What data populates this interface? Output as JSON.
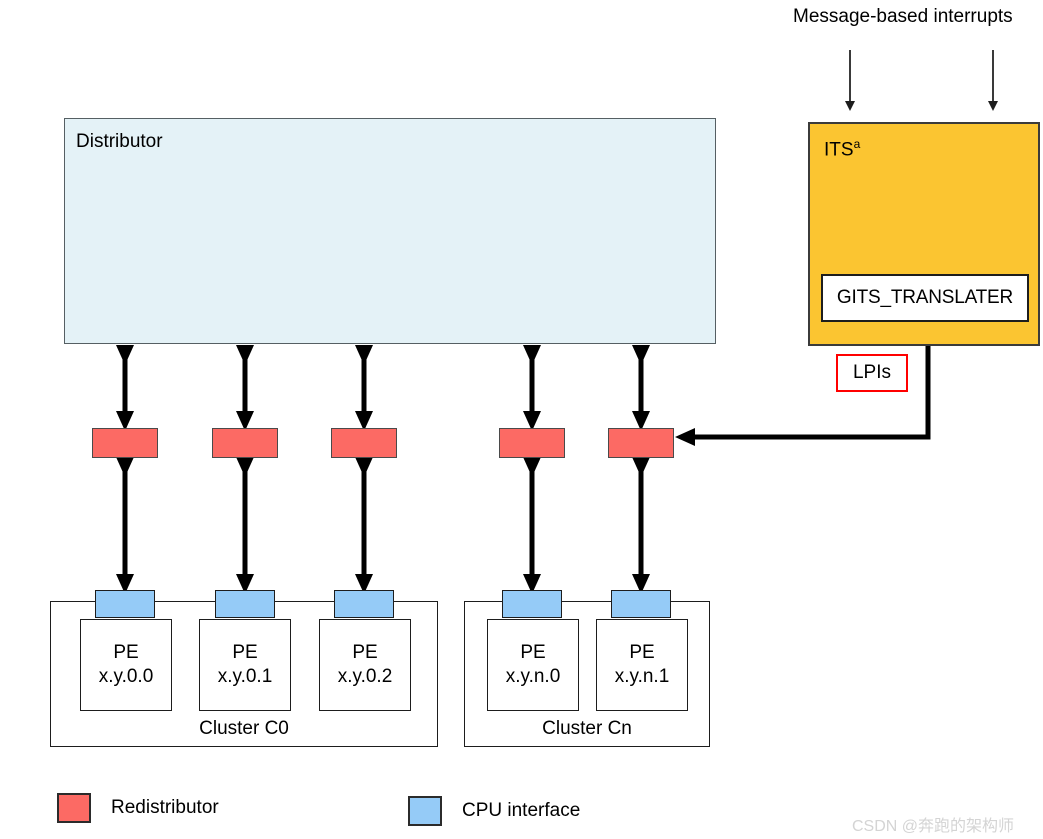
{
  "diagram": {
    "title_top": "Message-based interrupts",
    "distributor": {
      "label": "Distributor"
    },
    "its": {
      "label": "ITS",
      "superscript": "a",
      "register_label": "GITS_TRANSLATER",
      "lpis_label": "LPIs"
    },
    "clusters": [
      {
        "name": "Cluster C0",
        "pes": [
          {
            "line1": "PE",
            "line2": "x.y.0.0"
          },
          {
            "line1": "PE",
            "line2": "x.y.0.1"
          },
          {
            "line1": "PE",
            "line2": "x.y.0.2"
          }
        ]
      },
      {
        "name": "Cluster Cn",
        "pes": [
          {
            "line1": "PE",
            "line2": "x.y.n.0"
          },
          {
            "line1": "PE",
            "line2": "x.y.n.1"
          }
        ]
      }
    ],
    "legend": [
      {
        "label": "Redistributor",
        "color": "#fc6a64"
      },
      {
        "label": "CPU interface",
        "color": "#95cbf7"
      }
    ],
    "colors": {
      "distributor_fill": "#e4f2f7",
      "its_fill": "#fbc531",
      "redistributor_fill": "#fc6a64",
      "cpu_interface_fill": "#95cbf7",
      "lpis_border": "#ff0000"
    },
    "watermark": "CSDN @奔跑的架构师"
  }
}
